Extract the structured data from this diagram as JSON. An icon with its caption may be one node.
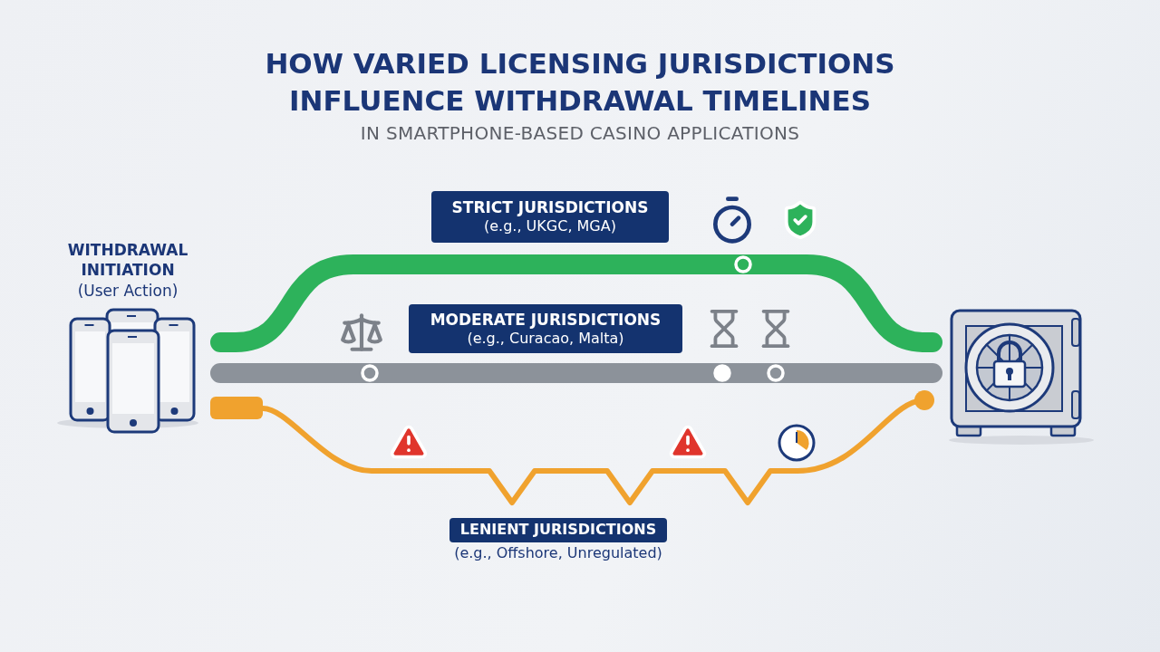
{
  "diagram": {
    "title": "HOW VARIED LICENSING JURISDICTIONS INFLUENCE WITHDRAWAL TIMELINES",
    "caption": "IN SMARTPHONE-BASED CASINO APPLICATIONS",
    "nodes": [
      {
        "text": [
          "WITHDRAWAL INITIATION",
          "(User Action)"
        ]
      },
      {
        "text": [
          "STRICT JURISDICTIONS",
          "(e.g., UKGC, MGA)"
        ]
      },
      {
        "text": [
          "MODERATE JURISDICTIONS",
          "(e.g., Curacao, Malta)"
        ]
      },
      {
        "text": [
          "LENIENT JURISDICTIONS",
          "(e.g., Offshore, Unregulated)"
        ]
      },
      {
        "text": [],
        "shape": "picture"
      }
    ],
    "edges": [
      {
        "from": 0,
        "to": 4,
        "arrow": "none",
        "color": "#2db25b"
      },
      {
        "from": 0,
        "to": 4,
        "arrow": "none",
        "color": "#8c929a"
      },
      {
        "from": 0,
        "to": 4,
        "arrow": "other",
        "color": "#f0a22e"
      }
    ]
  }
}
